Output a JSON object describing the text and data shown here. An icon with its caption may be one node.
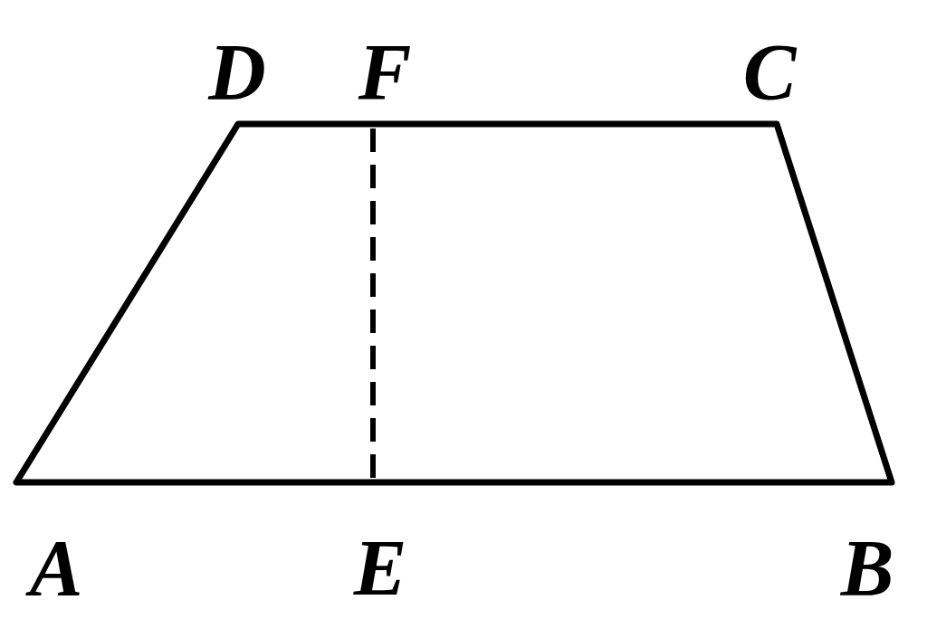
{
  "diagram": {
    "labels": [
      "D",
      "F",
      "C",
      "A",
      "E",
      "B"
    ]
  }
}
